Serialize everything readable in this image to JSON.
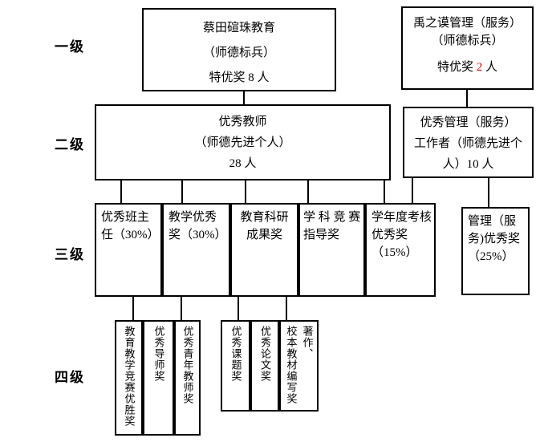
{
  "colors": {
    "border": "#000000",
    "text": "#000000",
    "highlight_red": "#e00000"
  },
  "row_labels": {
    "level1": "一级",
    "level2": "二级",
    "level3": "三级",
    "level4": "四级"
  },
  "level1": {
    "teaching_box": {
      "line1": "蔡田碹珠教育",
      "line2": "（师德标兵）",
      "award_prefix": "特优奖 ",
      "award_count": "8",
      "award_suffix": " 人"
    },
    "management_box": {
      "line1": "禹之谟管理（服务）",
      "line2": "（师德标兵）",
      "award_prefix": "特优奖 ",
      "award_count": "2",
      "award_suffix": " 人"
    }
  },
  "level2": {
    "teacher_box": {
      "line1": "优秀教师",
      "line2": "（师德先进个人）",
      "line3": "28 人"
    },
    "management_box": {
      "line1": "优秀管理（服务）",
      "line2": "工作者（师德先进个",
      "line3": "人）10 人"
    }
  },
  "level3": {
    "class_teacher": "优秀班主\n任（30%）",
    "teaching_award": "教学优秀\n奖（30%）",
    "research_award": "教育科研\n成果奖",
    "subject_competition": "学 科 竞 赛\n指导奖",
    "annual_assessment": "学年度考核\n优秀奖\n（15%）",
    "management_award": "管理（服\n务)优秀奖\n（25%）"
  },
  "level4": {
    "edu_teaching_competition": "教育教学竞赛优胜奖",
    "mentor_award": "优秀导师奖",
    "young_teacher_award": "优秀青年教师奖",
    "project_award": "优秀课题奖",
    "paper_award": "优秀论文奖",
    "works_textbook_award": "著作、\n校本教材编写奖"
  }
}
